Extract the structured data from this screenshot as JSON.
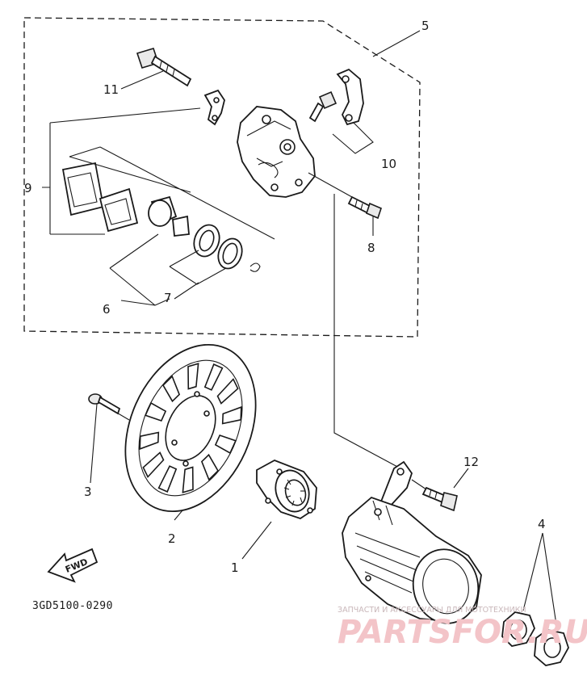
{
  "diagram": {
    "callouts": {
      "c1": "1",
      "c2": "2",
      "c3": "3",
      "c4": "4",
      "c5": "5",
      "c6": "6",
      "c7": "7",
      "c8": "8",
      "c9": "9",
      "c10": "10",
      "c11": "11",
      "c12": "12"
    },
    "direction_label": "FWD",
    "drawing_code": "3GD5100-0290"
  },
  "watermark": {
    "tagline": "ЗАПЧАСТИ И АКСЕССУАРЫ ДЛЯ МОТОТЕХНИКИ",
    "brand": "PARTSFOR.RU"
  }
}
